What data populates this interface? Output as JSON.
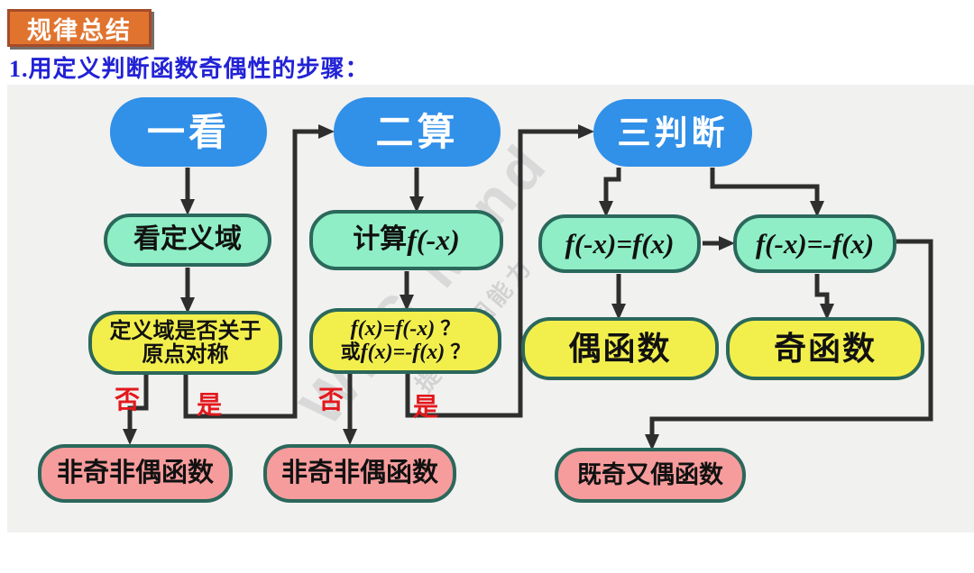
{
  "page": {
    "badge": "规律总结",
    "title": "1.用定义判断函数奇偶性的步骤："
  },
  "flowchart": {
    "step_look": {
      "label": "一看"
    },
    "step_calc": {
      "label": "二算"
    },
    "step_judge": {
      "label": "三判断"
    },
    "check_domain": {
      "label": "看定义域"
    },
    "compute": {
      "prefix": "计算",
      "math": "f(-x)"
    },
    "cond_even": {
      "math": "f(-x)=f(x)"
    },
    "cond_odd": {
      "math": "f(-x)=-f(x)"
    },
    "domain_symmetric": {
      "line1": "定义域是否关于",
      "line2": "原点对称"
    },
    "compare": {
      "line1_math": "f(x)=f(-x)",
      "line1_q": "？",
      "line2_prefix": "或",
      "line2_math": "f(x)=-f(x)",
      "line2_q": "？"
    },
    "even": {
      "label": "偶函数"
    },
    "odd": {
      "label": "奇函数"
    },
    "neither1": {
      "label": "非奇非偶函数"
    },
    "neither2": {
      "label": "非奇非偶函数"
    },
    "both": {
      "label": "既奇又偶函数"
    },
    "branch_labels": {
      "no1": "否",
      "yes1": "是",
      "no2": "否",
      "yes2": "是"
    }
  },
  "watermark": {
    "line1": "WPS Mind",
    "line2": "提供作图能力"
  },
  "colors": {
    "step_blue": "#3190E8",
    "node_green": "#8FEEC5",
    "node_yellow": "#F2EF4D",
    "node_pink": "#F79C9C",
    "node_border": "#2B685C",
    "branch_red": "#E3181C",
    "title_blue": "#2222D6",
    "badge_orange": "#E0742F",
    "wire_dark": "#2E2E2E"
  }
}
